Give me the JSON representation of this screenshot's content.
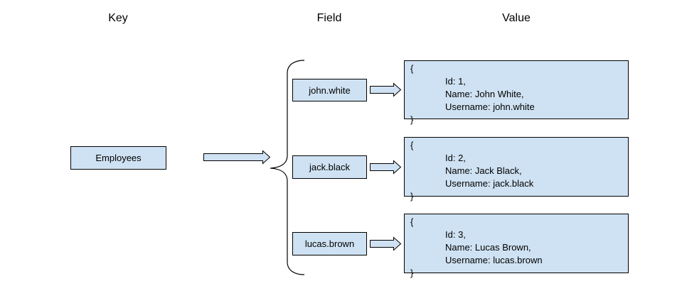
{
  "headers": {
    "key": "Key",
    "field": "Field",
    "value": "Value"
  },
  "colors": {
    "box_fill": "#cfe2f3",
    "stroke": "#000000"
  },
  "key": {
    "label": "Employees"
  },
  "entries": [
    {
      "field": "john.white",
      "value": {
        "open": "{",
        "id": "Id: 1,",
        "name": "Name: John White,",
        "username": "Username: john.white",
        "close": "}"
      }
    },
    {
      "field": "jack.black",
      "value": {
        "open": "{",
        "id": "Id: 2,",
        "name": "Name: Jack Black,",
        "username": "Username: jack.black",
        "close": "}"
      }
    },
    {
      "field": "lucas.brown",
      "value": {
        "open": "{",
        "id": "Id: 3,",
        "name": "Name: Lucas Brown,",
        "username": "Username: lucas.brown",
        "close": "}"
      }
    }
  ]
}
